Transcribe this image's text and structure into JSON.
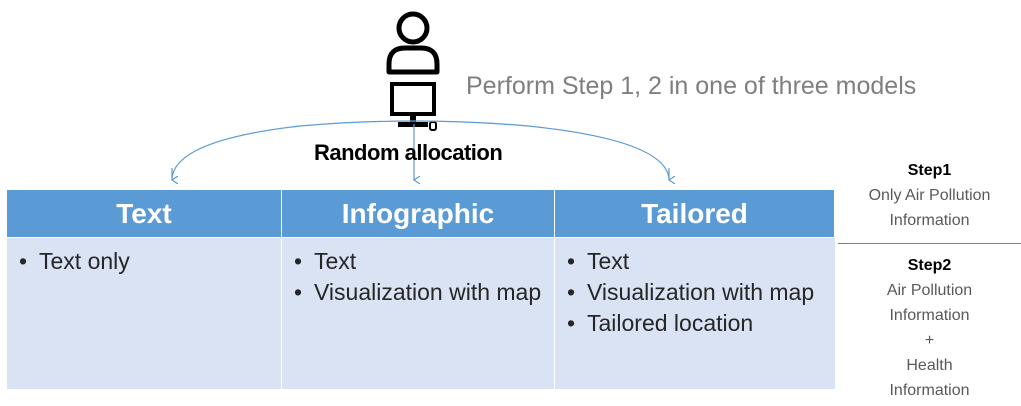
{
  "caption": "Perform Step 1, 2 in one of three models",
  "allocation_label": "Random allocation",
  "models": [
    {
      "title": "Text",
      "items": [
        "Text only"
      ]
    },
    {
      "title": "Infographic",
      "items": [
        "Text",
        "Visualization with map"
      ]
    },
    {
      "title": "Tailored",
      "items": [
        "Text",
        "Visualization with map",
        "Tailored location"
      ]
    }
  ],
  "steps": [
    {
      "title": "Step1",
      "lines": [
        "Only Air Pollution",
        "Information"
      ]
    },
    {
      "title": "Step2",
      "lines": [
        "Air Pollution",
        "Information",
        "+",
        "Health",
        "Information"
      ]
    }
  ],
  "colors": {
    "header_bg": "#5b9bd5",
    "cell_bg": "#dae3f3",
    "arrow": "#5b9bd5"
  },
  "icons": [
    "person-icon",
    "computer-icon"
  ]
}
